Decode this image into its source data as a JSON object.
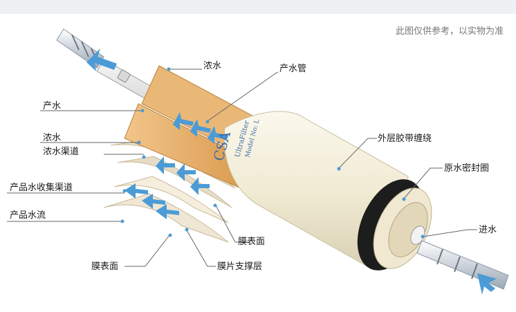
{
  "note": "此图仅供参考，以实物为准",
  "labels": {
    "concentrate_top": "浓水",
    "product_tube": "产水管",
    "product_left": "产水",
    "concentrate_left": "浓水",
    "concentrate_channel": "浓水渠道",
    "product_collect_channel": "产品水收集渠道",
    "product_flow": "产品水流",
    "membrane_surface_right": "膜表面",
    "membrane_surface_bottom": "膜表面",
    "membrane_support": "膜片支撑层",
    "outer_tape": "外层胶带缠绕",
    "brine_seal": "原水密封圈",
    "feed_water": "进水"
  },
  "cylinder_text": [
    "CSA",
    "UltraFilter",
    "Model No: L"
  ],
  "colors": {
    "arrow": "#4b9bd6",
    "leader": "#666666",
    "membrane": "#efe6d3",
    "spacer": "#e2a253",
    "cylinder": "#f3eedb",
    "seal": "#1d1d1d"
  }
}
